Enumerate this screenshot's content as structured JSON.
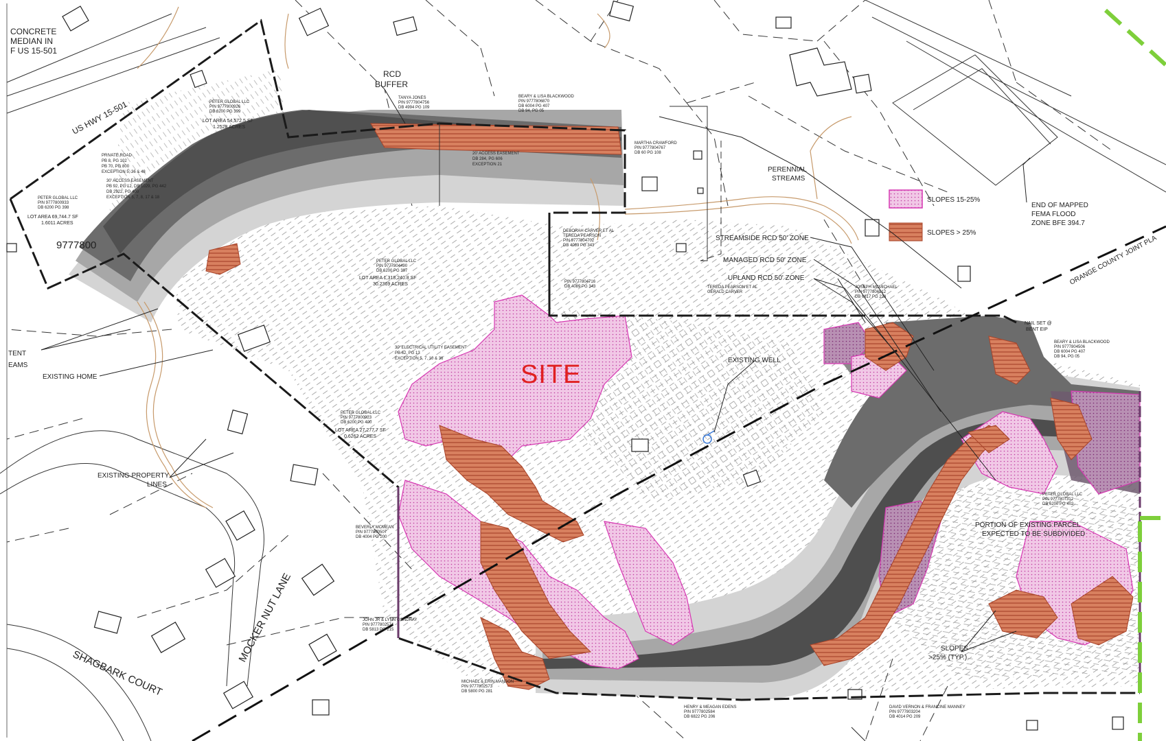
{
  "map": {
    "site_label": "SITE",
    "labels": {
      "concrete_median": [
        "CONCRETE",
        "MEDIAN IN",
        "F US 15-501"
      ],
      "rcd_buffer": [
        "RCD",
        "BUFFER"
      ],
      "perennial_streams": [
        "PERENNIAL",
        "STREAMS"
      ],
      "end_of_mapped": [
        "END OF MAPPED",
        "FEMA FLOOD",
        "ZONE BFE 394.7"
      ],
      "streamside": "STREAMSIDE RCD 50' ZONE",
      "managed": "MANAGED RCD 50' ZONE",
      "upland": "UPLAND RCD 50' ZONE",
      "existing_home": "EXISTING HOME",
      "existing_property_lines": [
        "EXISTING PROPERTY",
        "LINES"
      ],
      "existing_well": "EXISTING WELL",
      "intermittent": [
        "TENT",
        "EAMS"
      ],
      "portion_existing": [
        "PORTION OF EXISTING PARCEL",
        "EXPECTED TO BE SUBDIVIDED"
      ],
      "slopes_typ": [
        "SLOPES",
        ">25% (TYP.)"
      ],
      "shagbark_court": "SHAGBARK COURT",
      "mocker_nut_lane": "MOCKER NUT LANE",
      "us_hwy": "US HWY 15-501",
      "orange_county": "ORANGE COUNTY JOINT PLA",
      "parcel_number": "9777800"
    },
    "legend": {
      "slopes_15_25": "SLOPES 15-25%",
      "slopes_gt_25": "SLOPES > 25%"
    },
    "parcels": {
      "lot_upper_left": [
        "PETER GLOBAL LLC",
        "PIN 9777800926",
        "DB 6200 PG 399",
        "LOT AREA 54,572.5 SF",
        "1.2528 ACRES"
      ],
      "private_road": [
        "PRIVATE ROAD",
        "PB 8, PG 102",
        "PB 70, PG 800",
        "EXCEPTION 5, 36 & 48"
      ],
      "access_easement": [
        "30' ACCESS EASEMENT",
        "PB 92, PG 12, DB 1029, PG 442",
        "DB 2922, PG 400",
        "EXCEPTION 5, 7, 8, 17 & 18"
      ],
      "lot_left": [
        "PETER GLOBAL LLC",
        "PIN 9777800933",
        "DB 6200 PG 398",
        "LOT AREA 69,744.7 SF",
        "1.6011 ACRES"
      ],
      "lot_main": [
        "PETER GLOBAL LLC",
        "PIN 9777804490",
        "DB 6200 PG 397",
        "LOT AREA 1,318,240.8 SF",
        "30.2369 ACRES"
      ],
      "lot_home": [
        "PETER GLOBAL LLC",
        "PIN 9777800923",
        "DB 6200 PG 400",
        "LOT AREA 27,277.7 SF",
        "0.6262 ACRES"
      ],
      "elec_easement": [
        "30' ELECTRICAL UTILITY EASEMENT",
        "PB 62, PG 13",
        "EXCEPTION 5, 7, 10 & 36"
      ],
      "access_easement_top": [
        "20' ACCESS EASEMENT",
        "DB 284, PG 606",
        "EXCEPTION 21"
      ],
      "tanya_jones": [
        "TANYA JONES",
        "PIN 9777804756",
        "DB 4994 PG 109"
      ],
      "beary_top": [
        "BEARY & LISA BLACKWOOD",
        "PIN 9777806870",
        "DB 6004 PG 407",
        "DB 94, PG 05"
      ],
      "beary_right": [
        "BEARY & LISA BLACKWOOD",
        "PIN 9777804506",
        "DB 6004 PG 407",
        "DB 94, PG 05"
      ],
      "nail_set": [
        "NAIL SET @",
        "BENT EIP"
      ],
      "peter_right": [
        "PETER GLOBAL LLC",
        "PIN 9777807312",
        "DB 6200 PG 402"
      ],
      "martha": [
        "MARTHA CRAWFORD",
        "PIN 9777804767",
        "DB 60 PG 108"
      ],
      "deborah": [
        "DEBORAH CARVER ET AL",
        "TEREDA PEARSON",
        "PIN 9777804702",
        "DB 4089 PG 343"
      ],
      "joseph": [
        "JOSEPH MCMICHAEL",
        "PIN 9777806912",
        "DB 6617 PG 238"
      ],
      "tereda": [
        "TEREDA PEARSON ET AL",
        "GERALD CARVER",
        "PIN 9777804716",
        "DB 4089 PG 343"
      ],
      "beverly": [
        "BEVERLY MCMEAN",
        "PIN 9777800507",
        "DB 4004 PG 200"
      ],
      "michael": [
        "MICHAEL & ERIN MANSON",
        "PIN 9777802573",
        "DB 5800 PG 281"
      ],
      "henry": [
        "HENRY & MEAGAN EDENS",
        "PIN 9777802584",
        "DB 6822 PG 206"
      ],
      "david": [
        "DAVID VERNON & FRANCINE MANNEY",
        "PIN 9777803204",
        "DB 4014 PG 209"
      ],
      "john": [
        "JOHN JR & LYNN CONDRAY",
        "PIN 9777802574",
        "DB 5813 PG 215"
      ]
    }
  }
}
